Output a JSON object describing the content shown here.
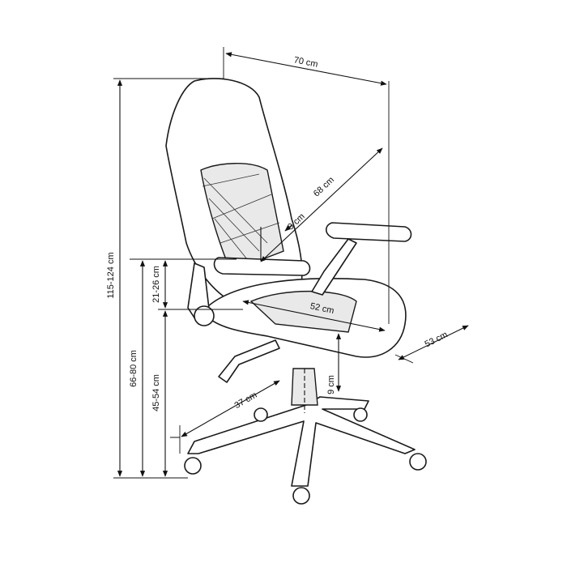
{
  "dimensions": {
    "width": "70 cm",
    "total_height": "115-124 cm",
    "armrest_height": "66-80 cm",
    "armrest_to_seat": "21-26 cm",
    "seat_height": "45-54 cm",
    "backrest_height": "68 cm",
    "lumbar": "9 cm",
    "seat_width": "52 cm",
    "seat_depth": "53 cm",
    "height_adjust": "9 cm",
    "base_radius": "37 cm"
  }
}
